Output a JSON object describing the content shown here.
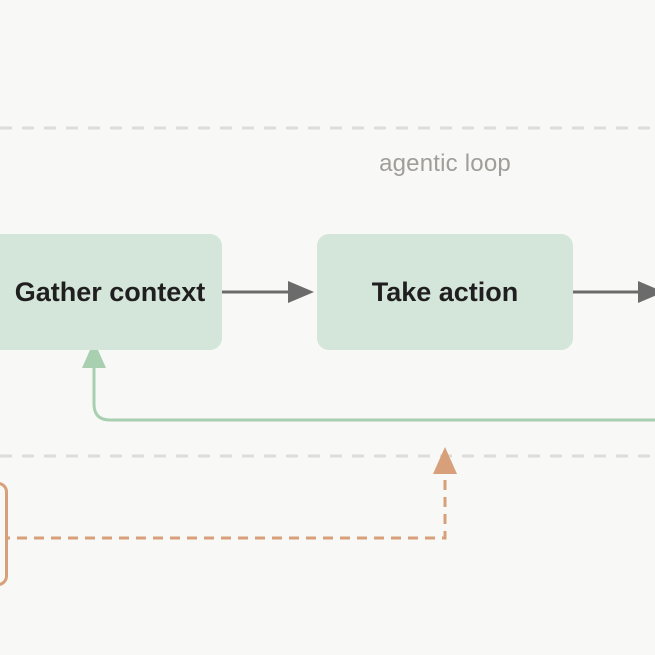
{
  "diagram": {
    "loop_label": "agentic loop",
    "nodes": {
      "gather": "Gather context",
      "action": "Take action"
    },
    "colors": {
      "background": "#f8f8f6",
      "node_fill": "#d4e5da",
      "arrow_gray": "#6b6b6b",
      "feedback_green": "#a8d0b0",
      "dashed_orange": "#d8a07a",
      "divider": "#dddcd8"
    }
  }
}
